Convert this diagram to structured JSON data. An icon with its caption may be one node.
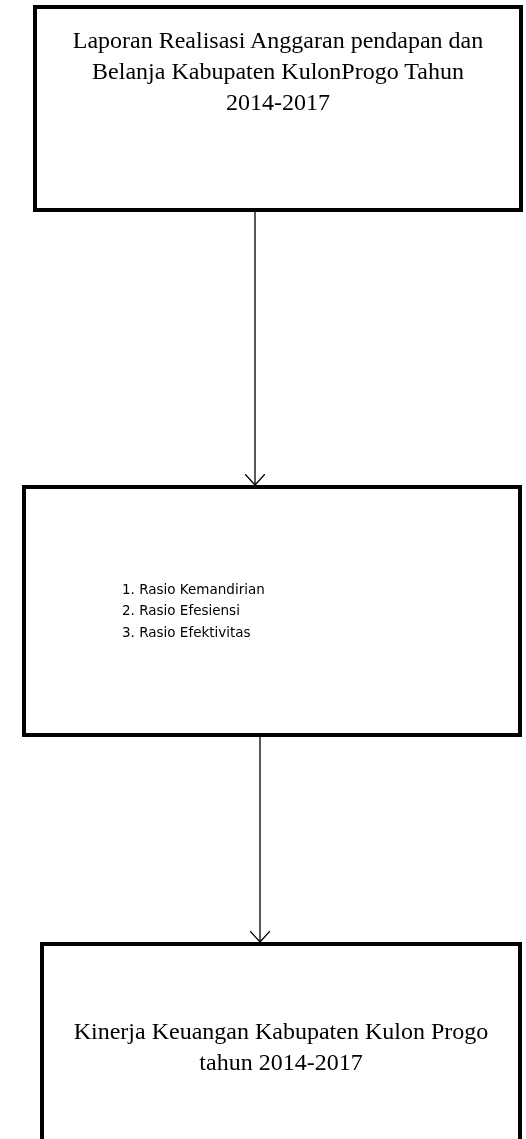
{
  "diagram": {
    "nodes": [
      {
        "text": [
          "Laporan Realisasi Anggaran pendapan dan Belanja Kabupaten KulonProgo Tahun 2014-2017"
        ]
      },
      {
        "text": [
          "1. Rasio Kemandirian",
          "2. Rasio Efesiensi",
          "3. Rasio Efektivitas"
        ]
      },
      {
        "text": [
          "Kinerja Keuangan Kabupaten Kulon Progo tahun 2014-2017"
        ]
      }
    ],
    "edges": [
      {
        "from": 0,
        "to": 1,
        "arrow": "to"
      },
      {
        "from": 1,
        "to": 2,
        "arrow": "to"
      }
    ]
  }
}
